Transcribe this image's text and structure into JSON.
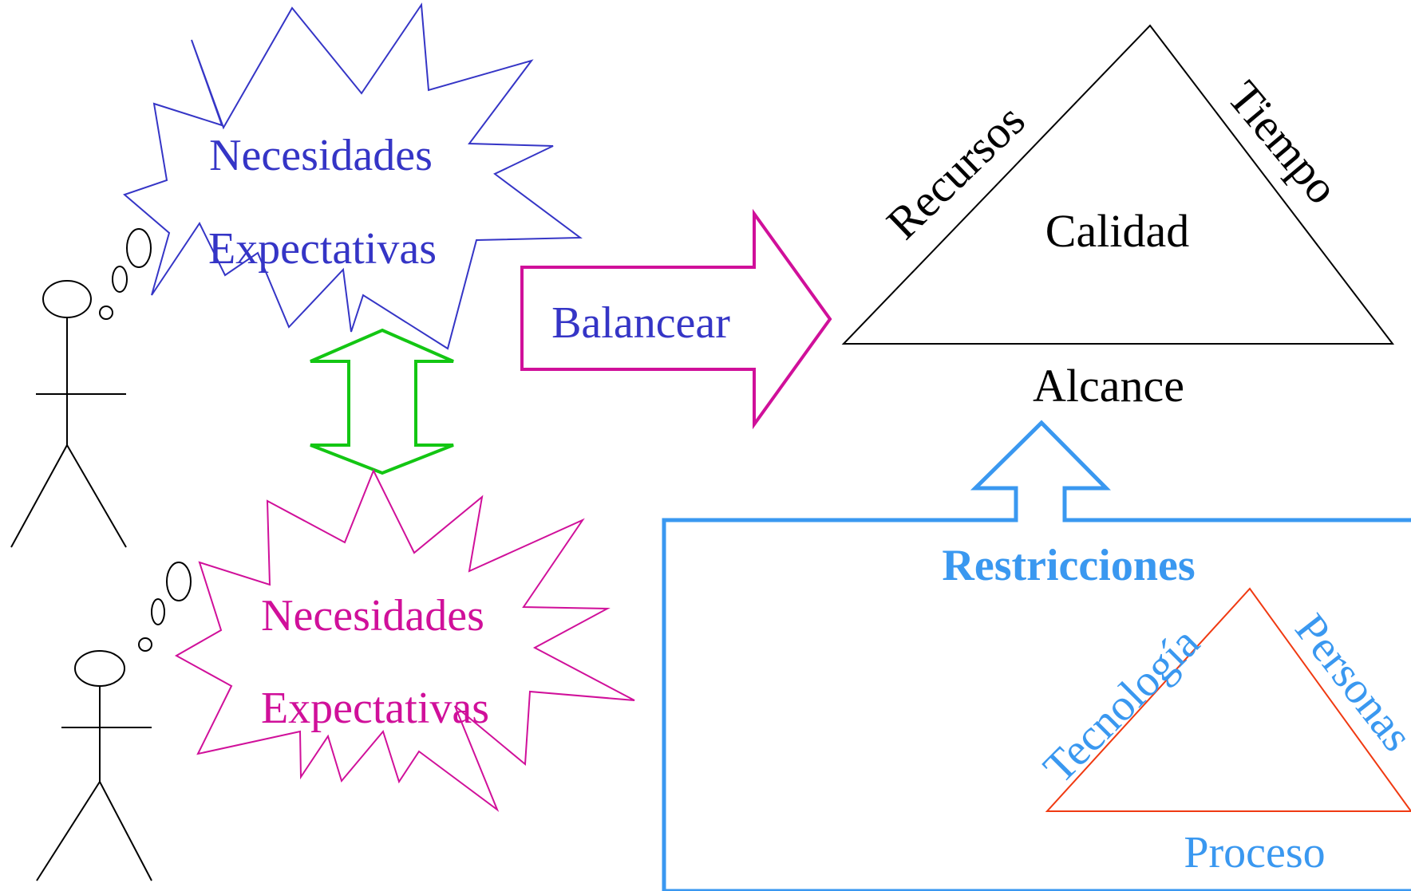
{
  "colors": {
    "blue_text": "#3535c6",
    "blue_outline": "#3535c6",
    "magenta": "#d0109a",
    "green": "#13c613",
    "light_blue": "#3a98f0",
    "black": "#000000",
    "orange_red": "#f03a12"
  },
  "stakeholder_1": {
    "icon": "stick-figure-icon",
    "thought": {
      "line1": "Necesidades",
      "line2": "Expectativas"
    }
  },
  "stakeholder_2": {
    "icon": "stick-figure-icon",
    "thought": {
      "line1": "Necesidades",
      "line2": "Expectativas"
    }
  },
  "exchange_arrow": {
    "icon": "double-arrow-icon"
  },
  "balance_arrow": {
    "label": "Balancear",
    "icon": "right-arrow-icon"
  },
  "project_triangle": {
    "center": "Calidad",
    "left_side": "Recursos",
    "right_side": "Tiempo",
    "base": "Alcance"
  },
  "constraints": {
    "title": "Restricciones",
    "icon": "up-arrow-icon",
    "triangle": {
      "left_side": "Tecnología",
      "right_side": "Personas",
      "base": "Proceso"
    }
  }
}
